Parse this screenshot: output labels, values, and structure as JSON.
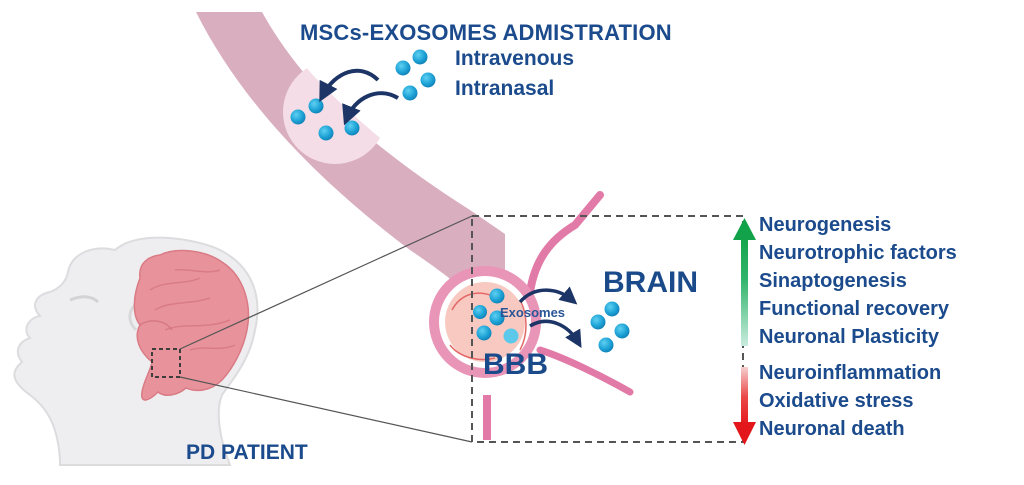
{
  "administration": {
    "title": "MSCs-EXOSOMES ADMISTRATION",
    "routes": [
      "Intravenous",
      "Intranasal"
    ]
  },
  "zoom_panel": {
    "brain_label": "BRAIN",
    "barrier_label": "BBB",
    "exosomes_label": "Exosomes"
  },
  "patient": {
    "label": "PD PATIENT"
  },
  "effects": {
    "increased": [
      "Neurogenesis",
      "Neurotrophic factors",
      "Sinaptogenesis",
      "Functional recovery",
      "Neuronal Plasticity"
    ],
    "decreased": [
      "Neuroinflammation",
      "Oxidative stress",
      "Neuronal death"
    ],
    "increase_arrow_color": "#1aa64a",
    "decrease_arrow_color": "#e3161b"
  },
  "colors": {
    "text_blue": "#1b4b8c",
    "exosome_blue": "#1ea3d6",
    "vessel_pink": "#d9aebf",
    "brain_pink": "#e8939b",
    "capillary_pink": "#e27aa8",
    "arrow_navy": "#1d3566"
  }
}
